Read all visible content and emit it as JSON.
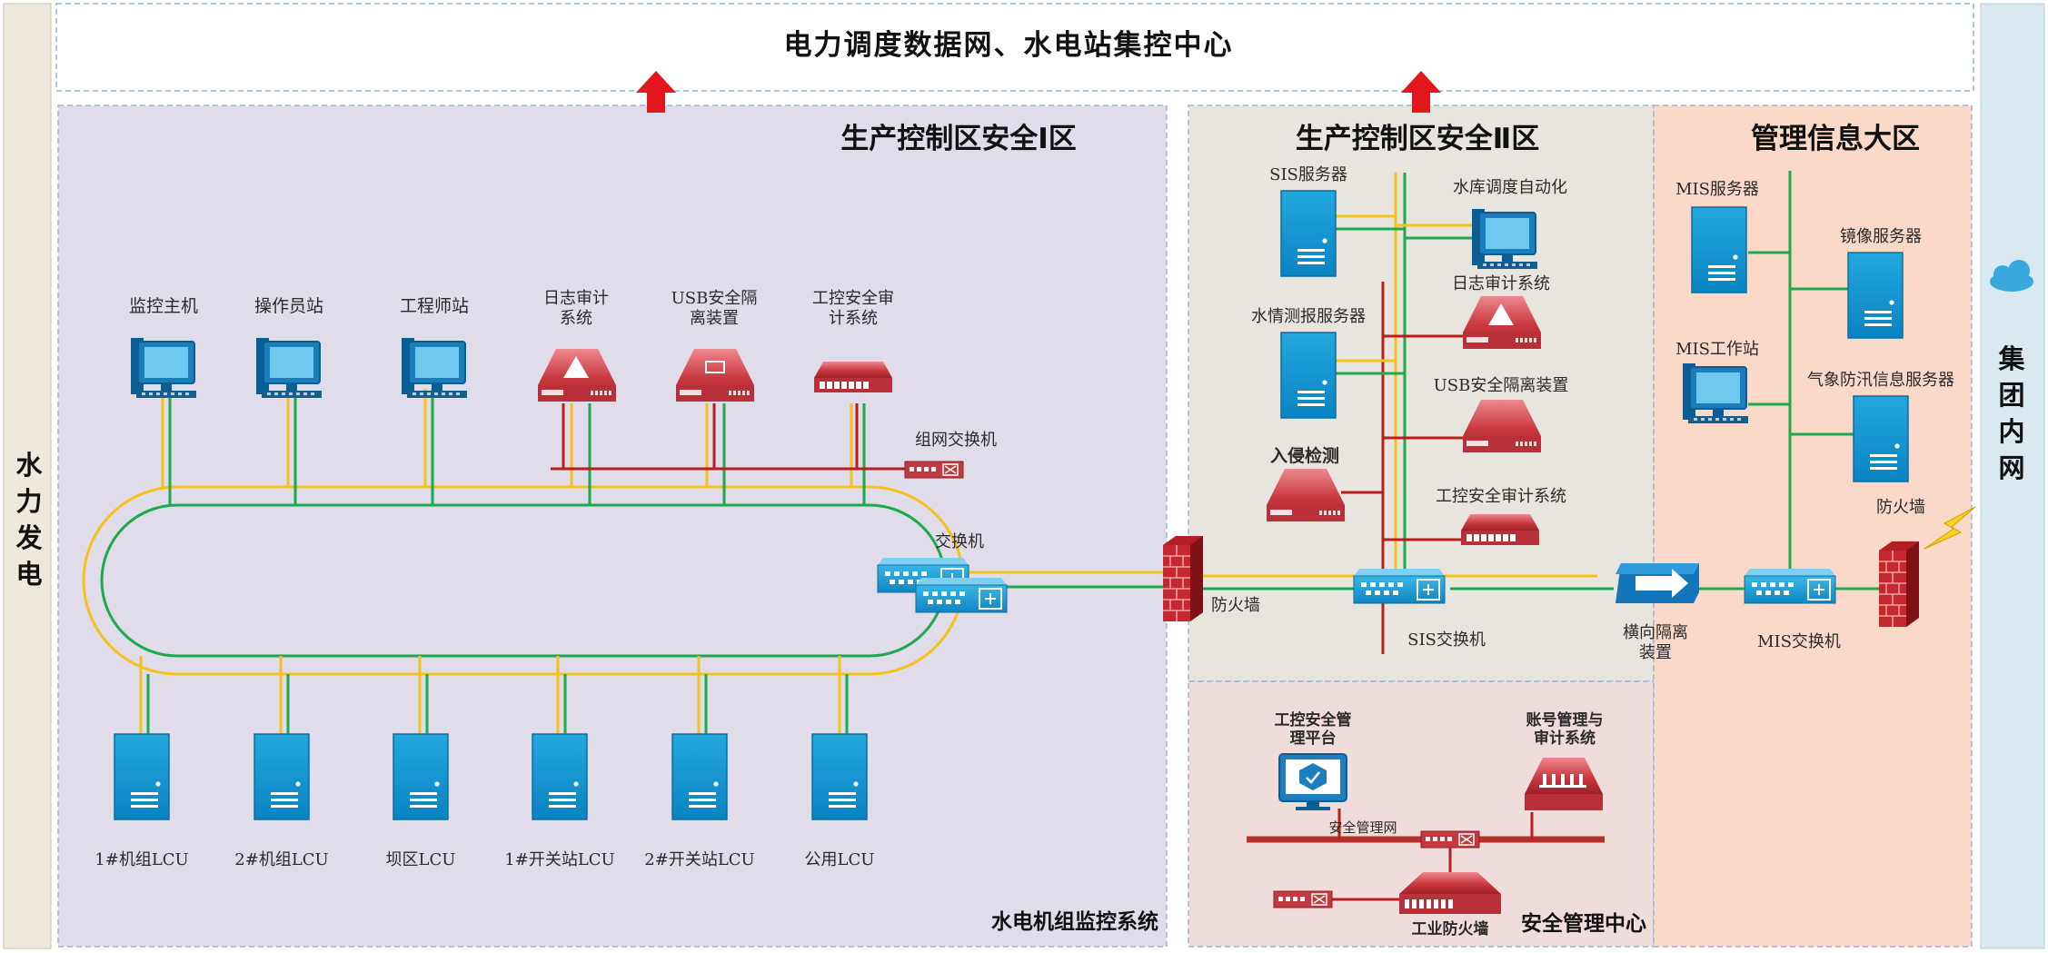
{
  "title": "电力调度数据网、水电站集控中心",
  "left_label": "水力发电",
  "right_label": "集团内网",
  "zones": {
    "z1": {
      "title": "生产控制区安全Ⅰ区",
      "subtitle": "水电机组监控系统"
    },
    "z2": {
      "title": "生产控制区安全Ⅱ区"
    },
    "z3": {
      "title": "管理信息大区"
    },
    "smc": {
      "title": "安全管理中心"
    }
  },
  "z1": {
    "stations": [
      "监控主机",
      "操作员站",
      "工程师站"
    ],
    "security": [
      "日志审计\n系统",
      "USB安全隔\n离装置",
      "工控安全审\n计系统"
    ],
    "group_switch": "组网交换机",
    "switch": "交换机",
    "lcus": [
      "1#机组LCU",
      "2#机组LCU",
      "坝区LCU",
      "1#开关站LCU",
      "2#开关站LCU",
      "公用LCU"
    ]
  },
  "firewall1": "防火墙",
  "z2": {
    "sis_server": "SIS服务器",
    "reservoir": "水库调度自动化",
    "log_audit": "日志审计系统",
    "hydro_server": "水情测报服务器",
    "usb": "USB安全隔离装置",
    "ids": "入侵检测",
    "ics_audit": "工控安全审计系统",
    "sis_switch": "SIS交换机"
  },
  "isolation": "横向隔离\n装置",
  "z3": {
    "mis_server": "MIS服务器",
    "mirror_server": "镜像服务器",
    "mis_station": "MIS工作站",
    "weather_server": "气象防汛信息服务器",
    "mis_switch": "MIS交换机",
    "firewall": "防火墙"
  },
  "smc": {
    "platform": "工控安全管\n理平台",
    "account": "账号管理与\n审计系统",
    "net": "安全管理网",
    "ind_firewall": "工业防火墙"
  },
  "colors": {
    "yellow": "#F5C21B",
    "green": "#1DAA4D",
    "red": "#B81E1E",
    "zone1": "#E0DCE9",
    "zone2": "#E8E5DF",
    "zone3": "#FAD9C8",
    "smc": "#F1DCDC",
    "side": "#EEE9DC",
    "right": "#D9E9EF"
  }
}
